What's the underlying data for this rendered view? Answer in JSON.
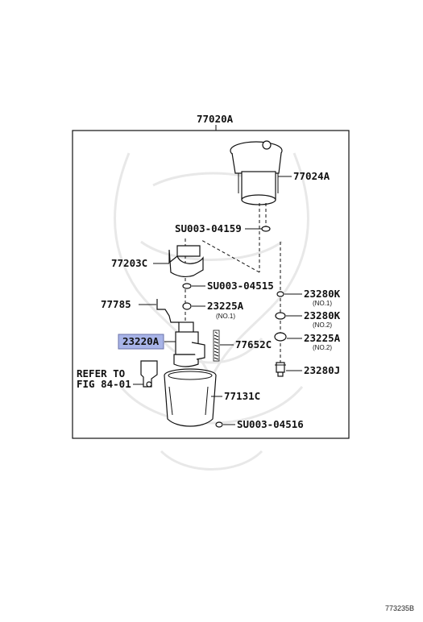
{
  "diagram": {
    "assembly_label": "77020A",
    "figure_code": "773235B",
    "parts": {
      "p77024A": "77024A",
      "s04159": "SU003-04159",
      "p77203C": "77203C",
      "s04515": "SU003-04515",
      "p77785": "77785",
      "p23225A1": "23225A",
      "p23225A1_note": "(NO.1)",
      "p23220A": "23220A",
      "p77652C": "77652C",
      "p23280K1": "23280K",
      "p23280K1_note": "(NO.1)",
      "p23280K2": "23280K",
      "p23280K2_note": "(NO.2)",
      "p23225A2": "23225A",
      "p23225A2_note": "(NO.2)",
      "p23280J": "23280J",
      "refer_line1": "REFER TO",
      "refer_line2": "FIG 84-01",
      "p77131C": "77131C",
      "s04516": "SU003-04516"
    },
    "highlight_color": "#a8b4e8"
  }
}
